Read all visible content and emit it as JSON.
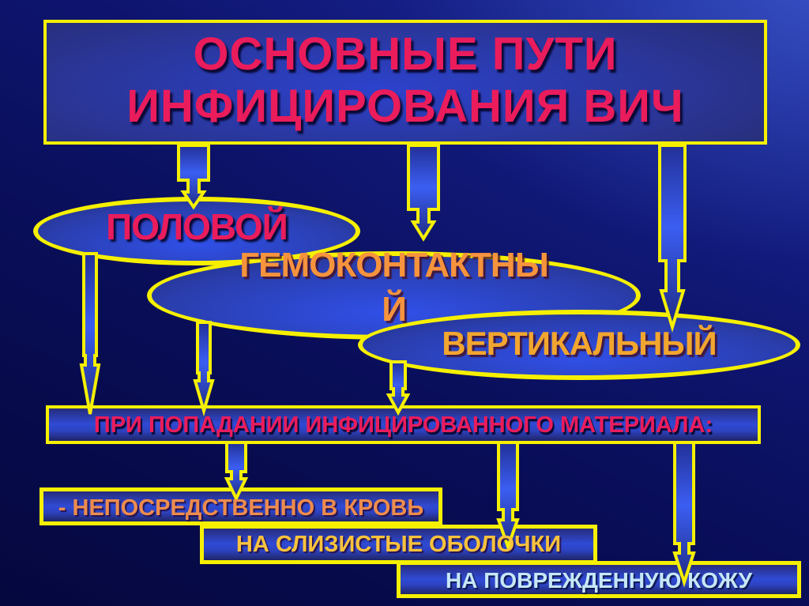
{
  "slide": {
    "title": {
      "line1": "ОСНОВНЫЕ ПУТИ",
      "line2": "ИНФИЦИРОВАНИЯ ВИЧ"
    },
    "routes": {
      "sexual": "ПОЛОВОЙ",
      "blood_contact_line1": "ГЕМОКОНТАКТНЫ",
      "blood_contact_line2": "Й",
      "vertical": "ВЕРТИКАЛЬНЫЙ"
    },
    "material_box": "ПРИ ПОПАДАНИИ ИНФИЦИРОВАННОГО МАТЕРИАЛА:",
    "outcomes": {
      "blood": "- НЕПОСРЕДСТВЕННО В КРОВЬ",
      "mucosa": "НА СЛИЗИСТЫЕ ОБОЛОЧКИ",
      "skin": "НА ПОВРЕЖДЕННУЮ КОЖУ"
    },
    "colors": {
      "background": "#0a0e55",
      "border_yellow": "#f6f000",
      "title_text": "#ea1c5c",
      "sexual_text": "#ea1c5c",
      "blood_contact_text": "#f6933d",
      "vertical_text": "#f2a62f",
      "material_text": "#ea1c5c",
      "blood_text": "#ee8c4e",
      "mucosa_text": "#fbc33c",
      "skin_text": "#c6e7f8"
    }
  }
}
